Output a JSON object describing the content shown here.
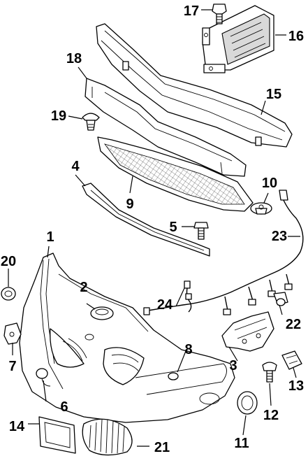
{
  "diagram": {
    "callouts": [
      {
        "key": "p1",
        "label": "1"
      },
      {
        "key": "p2",
        "label": "2"
      },
      {
        "key": "p3",
        "label": "3"
      },
      {
        "key": "p4",
        "label": "4"
      },
      {
        "key": "p5",
        "label": "5"
      },
      {
        "key": "p6",
        "label": "6"
      },
      {
        "key": "p7",
        "label": "7"
      },
      {
        "key": "p8",
        "label": "8"
      },
      {
        "key": "p9",
        "label": "9"
      },
      {
        "key": "p10",
        "label": "10"
      },
      {
        "key": "p11",
        "label": "11"
      },
      {
        "key": "p12",
        "label": "12"
      },
      {
        "key": "p13",
        "label": "13"
      },
      {
        "key": "p14",
        "label": "14"
      },
      {
        "key": "p15",
        "label": "15"
      },
      {
        "key": "p16",
        "label": "16"
      },
      {
        "key": "p17",
        "label": "17"
      },
      {
        "key": "p18",
        "label": "18"
      },
      {
        "key": "p19",
        "label": "19"
      },
      {
        "key": "p20",
        "label": "20"
      },
      {
        "key": "p21",
        "label": "21"
      },
      {
        "key": "p22",
        "label": "22"
      },
      {
        "key": "p23",
        "label": "23"
      },
      {
        "key": "p24",
        "label": "24"
      }
    ]
  }
}
